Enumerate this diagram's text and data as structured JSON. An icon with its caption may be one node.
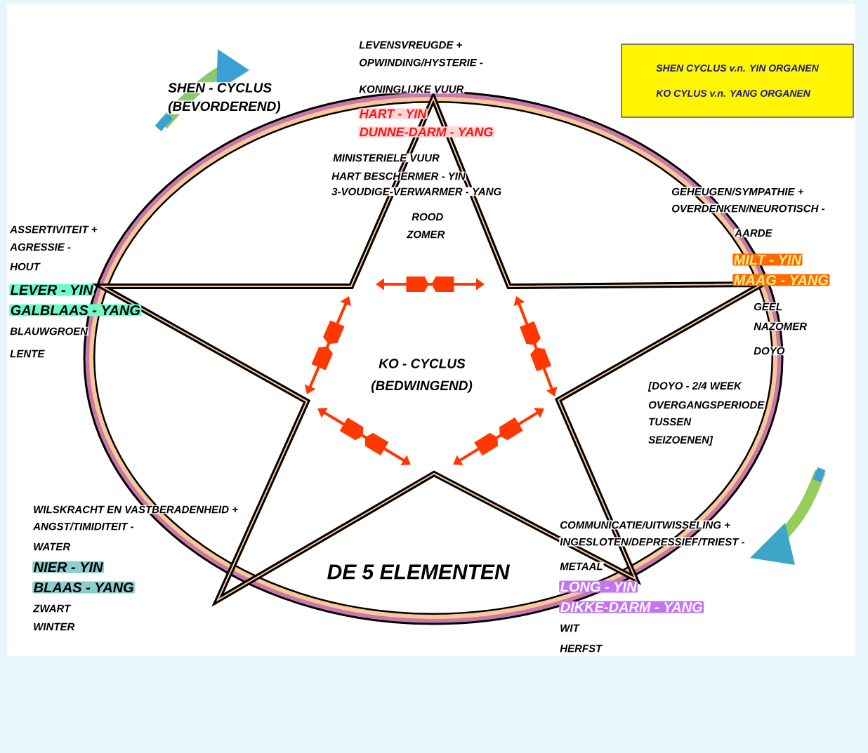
{
  "diagram": {
    "title": "DE 5 ELEMENTEN",
    "nodes": [
      {
        "text": [
          "SHEN CYCLUS v.n. YIN ORGANEN",
          "KO CYLUS v.n. YANG ORGANEN"
        ]
      }
    ],
    "labels": [
      "LEVENSVREUGDE +",
      "OPWINDING/HYSTERIE -",
      "SHEN - CYCLUS",
      "(BEVORDEREND)",
      "KONINGLIJKE VUUR",
      "HART - YIN",
      "DUNNE-DARM - YANG",
      "MINISTERIELE VUUR",
      "HART BESCHERMER - YIN",
      "3-VOUDIGE-VERWARMER - YANG",
      "GEHEUGEN/SYMPATHIE +",
      "OVERDENKEN/NEUROTISCH -",
      "ROOD",
      "ZOMER",
      "ASSERTIVITEIT +",
      "AGRESSIE -",
      "AARDE",
      "HOUT",
      "MILT - YIN",
      "LEVER - YIN",
      "MAAG - YANG",
      "GALBLAAS - YANG",
      "GEEL",
      "NAZOMER",
      "BLAUWGROEN",
      "DOYO",
      "LENTE",
      "KO - CYCLUS",
      "(BEDWINGEND)",
      "[DOYO - 2/4 WEEK",
      "OVERGANGSPERIODE",
      "TUSSEN",
      "SEIZOENEN]",
      "WILSKRACHT EN VASTBERADENHEID +",
      "ANGST/TIMIDITEIT -",
      "COMMUNICATIE/UITWISSELING +",
      "INGESLOTEN/DEPRESSIEF/TRIEST -",
      "WATER",
      "METAAL",
      "NIER - YIN",
      "BLAAS - YANG",
      "LONG - YIN",
      "DIKKE-DARM - YANG",
      "ZWART",
      "WINTER",
      "WIT",
      "HERFST"
    ]
  }
}
